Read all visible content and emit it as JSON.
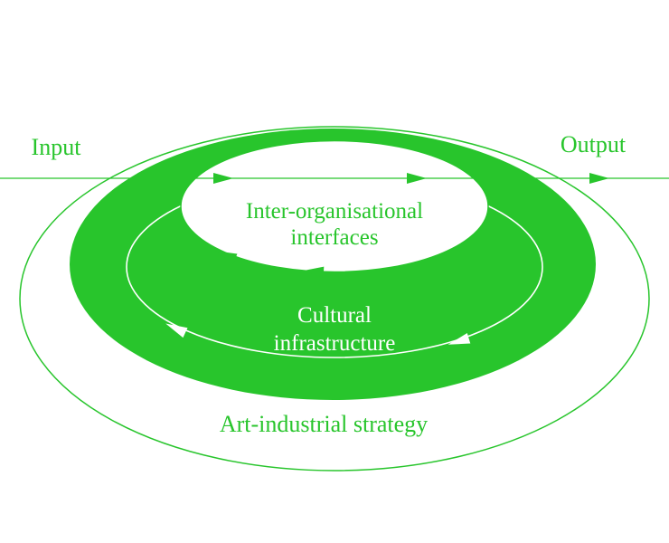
{
  "colors": {
    "green": "#28c52c",
    "white": "#ffffff"
  },
  "labels": {
    "input": "Input",
    "output": "Output",
    "inner_line1": "Inter-organisational",
    "inner_line2": "interfaces",
    "band_line1": "Cultural",
    "band_line2": "infrastructure",
    "outer": "Art-industrial strategy"
  }
}
